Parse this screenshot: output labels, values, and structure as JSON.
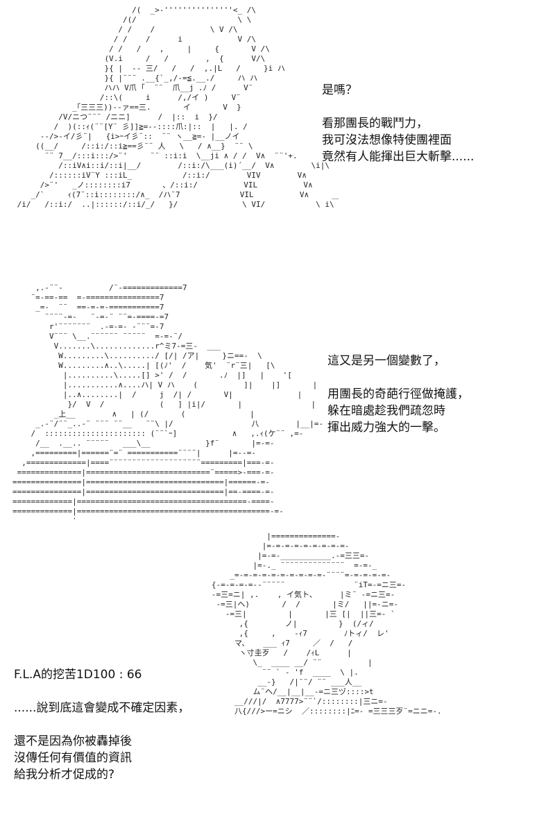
{
  "panels": [
    {
      "art": "                          /(  _>‐'''''''''''''''<_ /\\\n                        /(/                      \\ \\\n                       / /    /            \\ V /\\\n                      / /    /      i            V /\\\n                     / /   /    ,     |     {       V /\\\n                    (V.i     /   /        ,  {      V/\\\n                    }{ |  -- 三/   /   /  ,.|L   /     }i ハ\n                    }{ |¨¨¨ .__{`_,/-=≦.__./     ハ ハ\n                    ハハ V爪 ｢  ¨¨  爪__j .ﾉ /      V¨\n                   /::\\(     i      /,/イ )     V¨\n             _｢三三三))--ァ==三.       イ       V  }\n          /V/ニつ¨¨¨ /ニニ]      /  |::  i  }/\n         /  )(::ｨ(¨¨[Y¨ 彡]]≧=--::::爪:|::  |   |. /\n      --/>-イ/彡¨|   {i>ｰイ彡¨::  ¨¨ ヽ__≧=- |__ノイ\n     ((__/     /::i:/::i≧==彡¨¨ 人   \\   / ∧__}  ¨¨ \\\n       ¨¨ 7__/:::i:::/>¨'     ¨¨ ::i:i  \\__ji ∧ / /  V∧  ¨¨'+.\n          /::iV∧i::i/::i|__/        /::i:/\\___(i)´__/  V∧        \\i|\\     /¨\n        /::::::iV¨Y :::iL_           /::i:/        VIV        V∧        }:::i \\/iV¨Y\n      />¨'   _ノ::::::::i7       、/::i:/          VIL          V∧       }::::::} V   /\n    _/`     ｨ(7¨::i::::::::/∧_  /ハ¨7             VIL          V∧     __}:::::{   '  /\n /i/   /::i:/  ..|::::::/::i/_/   }/              \\ VI/           \\ i\\  {::i}::::::/   /∧",
      "lines": [
        "是嗎？",
        "",
        "看那團長的戰鬥力，",
        "我可沒法想像特使團裡面",
        "竟然有人能揮出巨大斬擊......"
      ]
    },
    {
      "art": "     ,.-¨¨-          /¨-=============7\n    ¨=-==-==  =-================7\n     _=-  ¨¨  ==-=-=-===========7\n       ¨¨¨¨-=-   ¨-=-¨ ¨¨=-====-=7\n        r'¨¨¨¨¨¨¨  .-=-=- -¨¨¨=-7\n        V¨¨¨ \\__.¨¨¨¨¨¨ ¨¨¨¨¨  =-=-¨/\n         V.......\\.............r^ミ7-=三-  ___\n          W.........\\........../ [/| /ア|     }ニ==-  \\\n          W.........∧..\\.....| [(ﾉ'  /    気'  ¨r¨三|   [\\\n           |..........\\.....[] >' /  /       .ﾉ  |]   |    '[\n           |...........∧....ハ| V ハ    (          ]|    |]       |\n           |..∧........|  /     j  /| /       V|              |\n            }/  V  /            (   ] |i|/       |               |\n         _上__        ∧   | (/       (              |\n     _.-¨/¨¨_..-¨ ¨¨¨ ¨¨__   ¨¨\\ |/                 八        |__|=-\n    /  :::::::::::::::::::::: (¨¨`ｰ]            ∧   ,.ｨ(ケ¨¨ ,=-\n     /__  .__.. ¨¨¨¨¨   ___\\__            }f¨       |=-=-\n    ,=========|======¨=¨ ===========¨¨¨¨|      |=--=-\n  ,=============|====¨¨¨¨¨¨¨¨¨¨¨¨¨¨¨¨¨¨¨¨=========|===-=-\n ==============|===========================¨=====>-===-=-\n===============|==============================|======-=-\n===============|==============================|==-====-=-\n=============|=====================================-====-\n=============|==========================================-=-\n=============|========================================-.___",
      "lines": [
        "這又是另一個變數了，",
        "",
        "用團長的奇葩行徑做掩護，",
        "躲在暗處趁我們疏忽時",
        "揮出威力強大的一擊。"
      ]
    },
    {
      "art": "               |==============-\n              |=-=-=-=-=-=-=-=-=-\n             |=-=-___________.-=三三=-\n            |=-._ ¨¨¨¨¨¨¨¨¨¨¨¨¨¨  =-=-_\n       _=-=-=-=-=-=-=-=-=-=-¨¨¨¨=-=-=-=-=-\n   {-=-=-=-=--¨¨¨¨¨               ¨iT=-=ニ三=-\n   -=三=ニ| ,.    , イ気ト、     |ミ¨ -=ニ三=-\n    -=三|ヘ)       /  /       |ミ/   ||=-ニ=-\n      -=三|         |       |三 [|  ||三=- `\n         ,{        ノ|         }  (/ィ/\n         ,{     ,    -ｨ7        ﾉトィ/  レ'\n        マ、   ___ ｨ7     ／  /   /\n         ヽ寸圭歹   /    /ｨL      |\n            \\_  ____ __/ ¨¨          |\n              ¨¨ ` - 'f  ____  \\ |.\n             __-}   /|¨¨/ ¨¨ ___人__\n            ム¨ヘ/__|__|__-=ニ三ヅ::::>t\n        __///|/  ∧7777>¨¨`/::::::::|三ニ=-\n        八{///>ー=ニシ  ／::::::::|ﾆ=- =三三三歹¨=ニニ=-.",
      "lines": [
        "F.L.A的挖苦1D100 : 66",
        "",
        "......說到底這會變成不確定因素，",
        "",
        "還不是因為你被轟掉後",
        "沒傳任何有價值的資訊",
        "給我分析才促成的?"
      ]
    }
  ]
}
